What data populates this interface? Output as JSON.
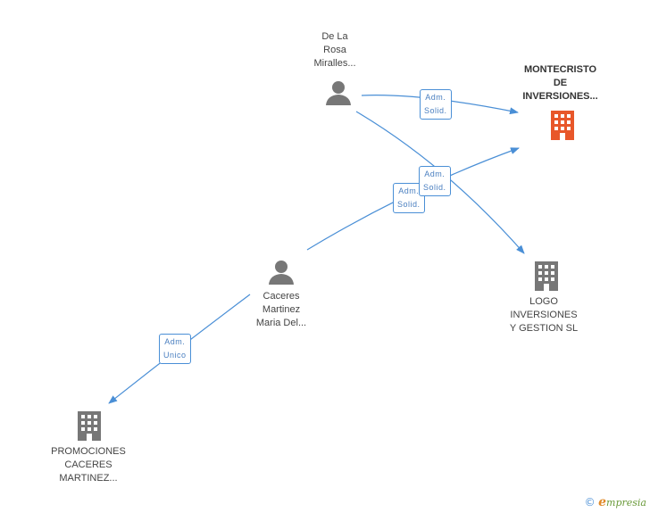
{
  "nodes": {
    "person_de_la_rosa": {
      "label": "De La\nRosa\nMiralles..."
    },
    "company_montecristo": {
      "label": "MONTECRISTO\nDE\nINVERSIONES..."
    },
    "person_caceres": {
      "label": "Caceres\nMartinez\nMaria Del..."
    },
    "company_logo": {
      "label": "LOGO\nINVERSIONES\nY GESTION  SL"
    },
    "company_promociones": {
      "label": "PROMOCIONES\nCACERES\nMARTINEZ..."
    }
  },
  "edges": {
    "e1": {
      "label": "Adm.\nSolid."
    },
    "e2": {
      "label": "Adm.\nSolid."
    },
    "e3": {
      "label": "Adm.\nSolid."
    },
    "e4": {
      "label": "Adm.\nUnico"
    }
  },
  "footer": {
    "copyright": "©",
    "brand_initial": "e",
    "brand_rest": "mpresia"
  },
  "colors": {
    "edge": "#4a8fd6",
    "main_company": "#e8572a",
    "company": "#777777",
    "person": "#777777"
  }
}
